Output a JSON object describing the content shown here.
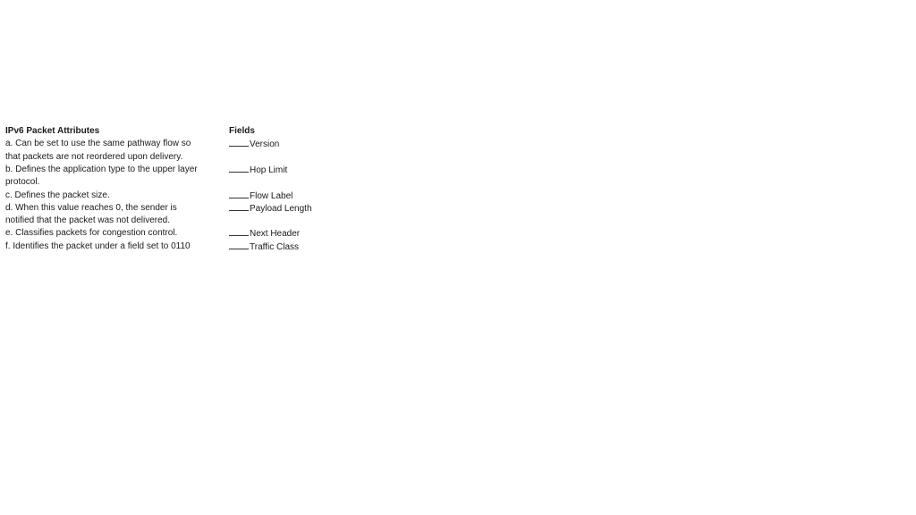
{
  "worksheet": {
    "attributes_heading": "IPv6 Packet Attributes",
    "fields_heading": "Fields",
    "attributes": [
      {
        "lines": [
          "a. Can be set to use the same pathway flow so",
          "that packets are not reordered upon delivery."
        ]
      },
      {
        "lines": [
          "b. Defines the application type to the upper layer",
          "protocol."
        ]
      },
      {
        "lines": [
          "c. Defines the packet size."
        ]
      },
      {
        "lines": [
          "d. When this value reaches 0, the sender is",
          "notified that the packet was not delivered."
        ]
      },
      {
        "lines": [
          "e. Classifies packets for congestion control."
        ]
      },
      {
        "lines": [
          "f. Identifies the packet under a field set to 0110"
        ]
      }
    ],
    "fields": [
      {
        "label": "Version"
      },
      {
        "label": "Hop Limit"
      },
      {
        "label": "Flow Label"
      },
      {
        "label": "Payload Length"
      },
      {
        "label": "Next Header"
      },
      {
        "label": "Traffic Class"
      }
    ]
  }
}
